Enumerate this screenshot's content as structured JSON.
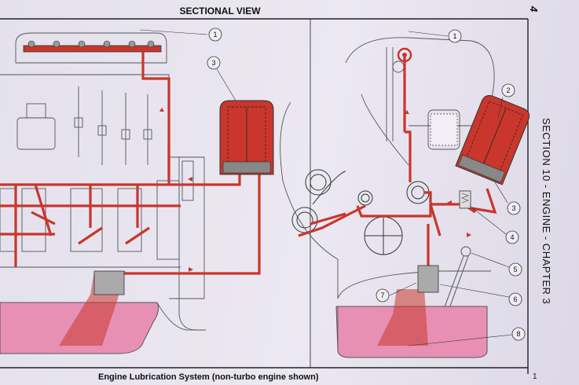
{
  "header": {
    "title": "SECTIONAL VIEW",
    "page_number_top": "4"
  },
  "side_label": "SECTION 10 - ENGINE - CHAPTER 3",
  "caption": "Engine Lubrication System (non-turbo engine shown)",
  "page_number_bottom": "1",
  "callouts": {
    "left_1": "1",
    "left_3": "3",
    "right_1": "1",
    "right_2": "2",
    "right_3": "3",
    "right_4": "4",
    "right_5": "5",
    "right_6": "6",
    "right_7": "7",
    "right_8": "8"
  },
  "colors": {
    "oil_line": "#c8362c",
    "sump_oil": "#e890b4",
    "line_art": "#555555",
    "frame": "#222222"
  }
}
